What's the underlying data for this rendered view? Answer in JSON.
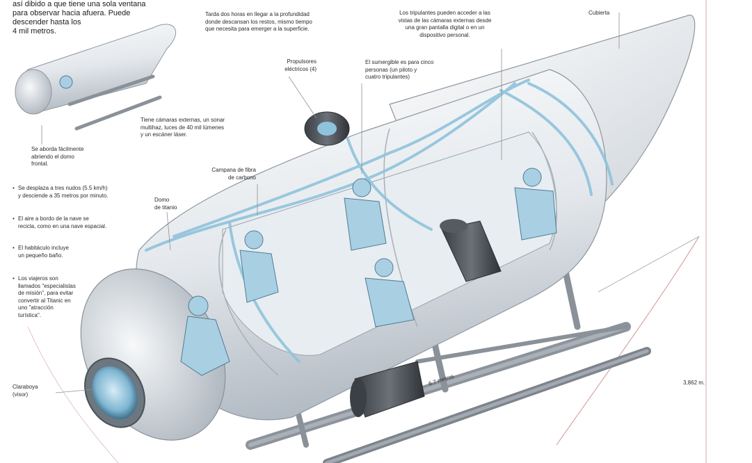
{
  "intro": {
    "line1": "así dibido a que tiene una sola ventana",
    "line2": "para observar hacia afuera. Puede",
    "line3": "descender hasta los",
    "line4": "4 mil metros."
  },
  "small_sub": {
    "caption1": "Se aborda fácilmente",
    "caption2": "abriendo el domo",
    "caption3": "frontal."
  },
  "facts": [
    {
      "line1": "Se desplaza a tres nudos (5.5 km/h)",
      "line2": "y desciende a 35 metros por minuto."
    },
    {
      "line1": "El aire a bordo de la nave se",
      "line2": "recicla, como en una nave espacial."
    },
    {
      "line1": "El habitáculo incluye",
      "line2": "un pequeño baño."
    },
    {
      "line1": "Los viajeros son",
      "line2": "llamados \"especialistas",
      "line3": "de misión\", para evitar",
      "line4": "convertir al Titanic en",
      "line5": "uno \"atracción",
      "line6": "turística\"."
    }
  ],
  "annotations": {
    "descent": {
      "l1": "Tarda dos horas en llegar a la profundidad",
      "l2": "donde descansan los restos, mismo tiempo",
      "l3": "que necesita para emerger a la superficie."
    },
    "screens": {
      "l1": "Los tripulantes pueden acceder a las",
      "l2": "vistas de las cámaras externas desde",
      "l3": "una gran pantalla digital o en un",
      "l4": "dispositivo personal."
    },
    "tail": {
      "l1": "Cubierta"
    },
    "thrusters": {
      "l1": "Propulsores",
      "l2": "eléctricos (4)"
    },
    "crew": {
      "l1": "El sumergible es para cinco",
      "l2": "personas (un piloto y",
      "l3": "cuatro tripulantes)"
    },
    "cameras": {
      "l1": "Tiene cámaras externas, un sonar",
      "l2": "multihaz, luces de 40 mil lúmenes",
      "l3": "y un escáner láser."
    },
    "hull": {
      "l1": "Campana de fibra",
      "l2": "de carbono"
    },
    "dome": {
      "l1": "Domo",
      "l2": "de titanio"
    },
    "window": {
      "l1": "Claraboya",
      "l2": "(visor)"
    },
    "length": {
      "l1": "6.7 metros"
    },
    "depth": {
      "l1": "3,862 m."
    }
  },
  "colors": {
    "hull_light": "#f2f4f6",
    "hull_shadow": "#b9c0c8",
    "water_blue": "#8fc3dc",
    "crew_blue": "#a9cfe2",
    "dark_metal": "#4a4f55",
    "frame_gray": "#8a9199",
    "depth_line": "#d9a6a6"
  }
}
